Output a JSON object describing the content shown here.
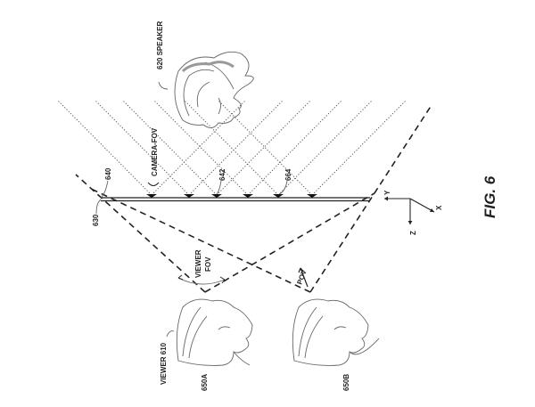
{
  "figure": {
    "title": "FIG. 6",
    "labels": {
      "speaker": "620  SPEAKER",
      "display": "640",
      "display_edge": "630",
      "camera_fov": "CAMERA-FOV",
      "camera_a": "642",
      "camera_b": "664",
      "viewer_fov_line1": "VIEWER",
      "viewer_fov_line2": "FOV",
      "pov": "POV",
      "viewer": "VIEWER 610",
      "position_a": "650A",
      "position_b": "650B"
    },
    "axes": {
      "x": "X",
      "y": "Y",
      "z": "Z"
    },
    "camera_count": 6
  }
}
